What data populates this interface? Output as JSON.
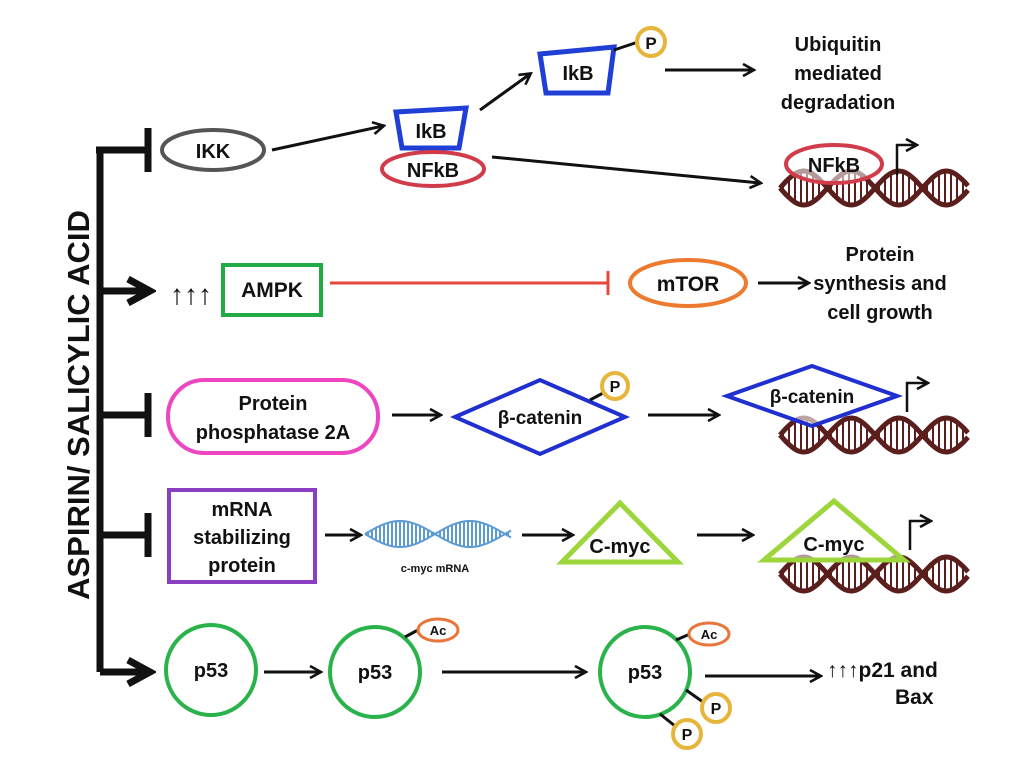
{
  "drug": "ASPIRIN/ SALICYLIC ACID",
  "rows": {
    "nfkb": {
      "ikk": "IKK",
      "ikb_complex": "IkB",
      "nfkb_complex": "NFkB",
      "ikb_free": "IkB",
      "phospho": "P",
      "outcome": [
        "Ubiquitin",
        "mediated",
        "degradation"
      ],
      "nfkb_dna": "NFkB"
    },
    "ampk": {
      "up_arrows": "↑↑↑",
      "ampk": "AMPK",
      "mtor": "mTOR",
      "outcome": [
        "Protein",
        "synthesis and",
        "cell growth"
      ]
    },
    "pp2a": {
      "pp2a": [
        "Protein",
        "phosphatase 2A"
      ],
      "catenin_p": "β-catenin",
      "phospho": "P",
      "catenin_dna": "β-catenin"
    },
    "myc": {
      "stab": [
        "mRNA",
        "stabilizing",
        "protein"
      ],
      "mrna_label": "c-myc mRNA",
      "cmyc": "C-myc",
      "cmyc_dna": "C-myc"
    },
    "p53": {
      "p53_1": "p53",
      "p53_2": "p53",
      "p53_3": "p53",
      "ac": "Ac",
      "phospho": "P",
      "outcome": [
        "↑↑↑p21 and",
        "Bax"
      ]
    }
  },
  "colors": {
    "ikk": "#555555",
    "ikb": "#1f3fd6",
    "nfkb": "#d23c4a",
    "phospho": "#e7b53a",
    "ampk": "#22aa44",
    "mtor": "#ee7a2e",
    "inhibit_line": "#e8453c",
    "pp2a": "#ee45c0",
    "catenin": "#1f2fd0",
    "stab": "#8a3fc2",
    "cmyc": "#9cd63a",
    "p53": "#29b34a",
    "ac": "#e8753a",
    "dna": "#5a1f1c",
    "mrna": "#5b9bd5"
  }
}
